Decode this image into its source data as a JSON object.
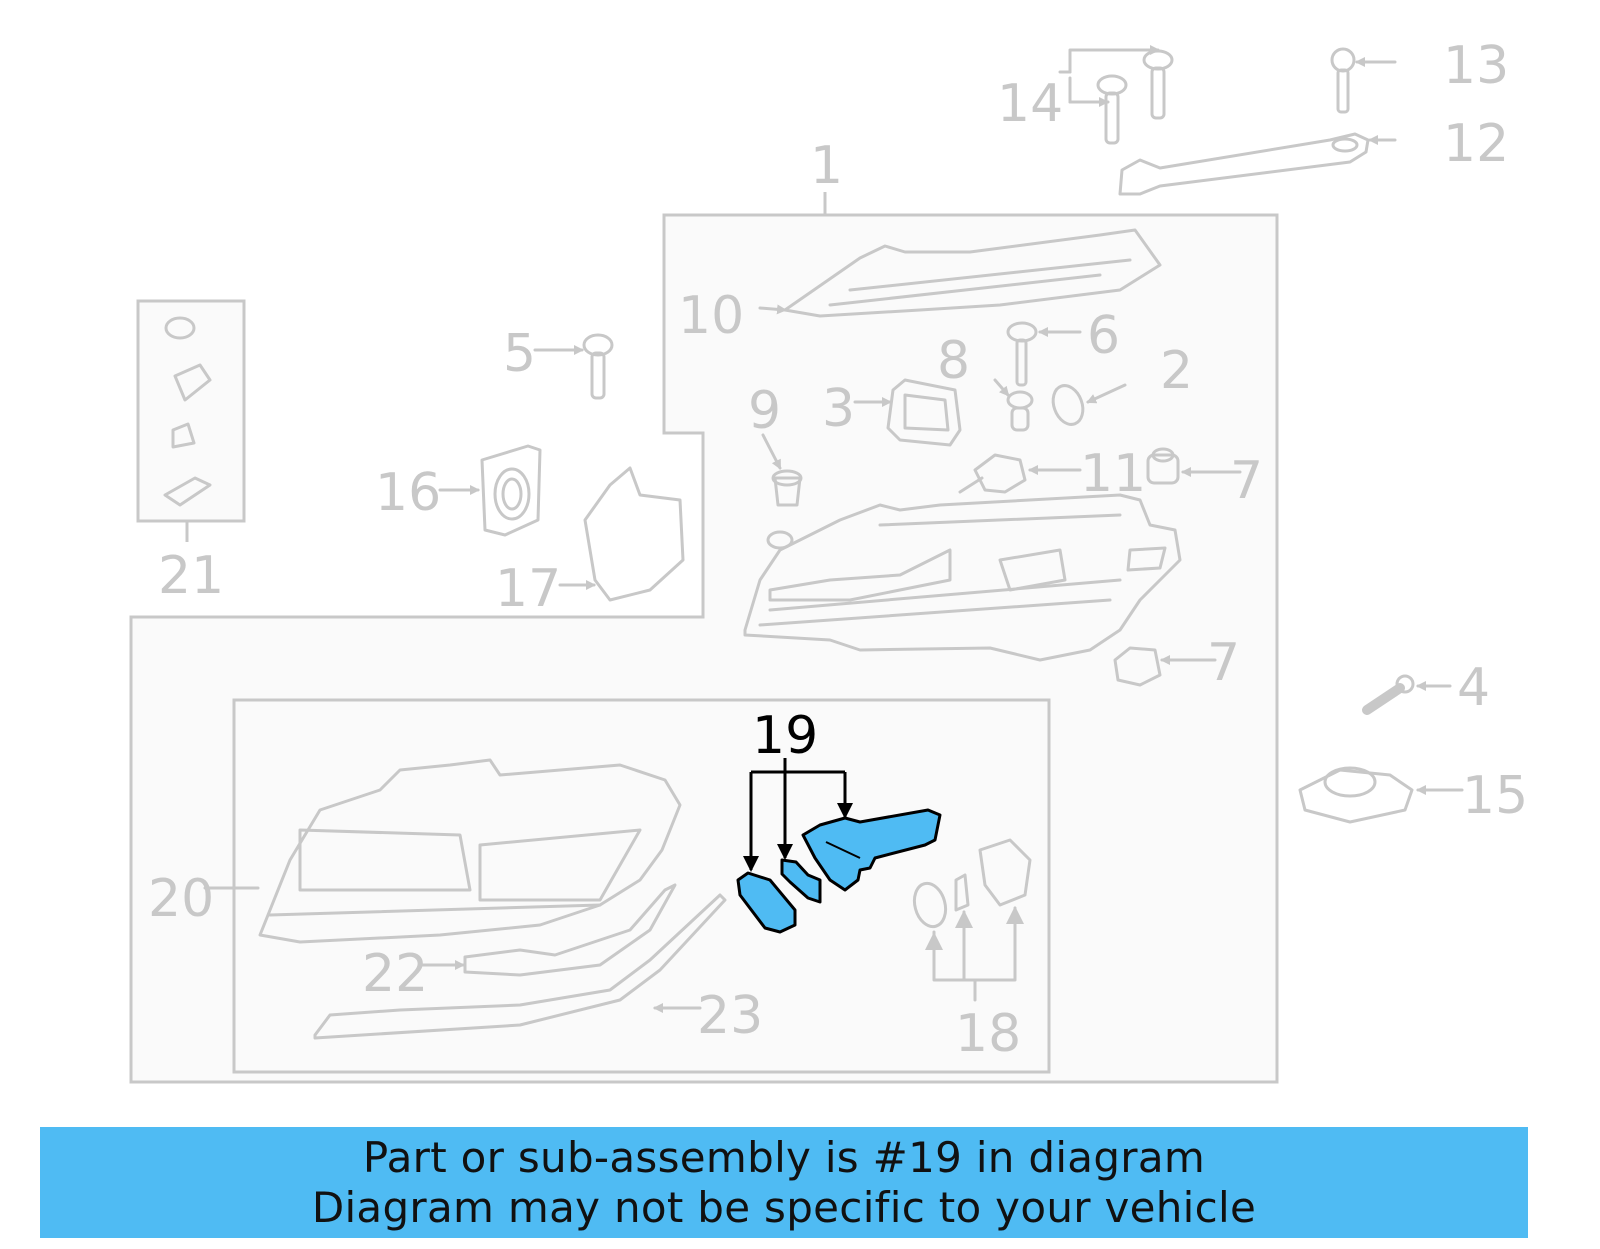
{
  "diagram": {
    "title": "Headlamp assembly exploded parts diagram",
    "highlighted_part": "19",
    "colors": {
      "line_gray": "#c8c8c8",
      "panel_fill": "#fafafa",
      "highlight_fill": "#4fbbf3",
      "highlight_stroke": "#000000",
      "banner_bg": "#4fbbf3"
    },
    "callouts": [
      {
        "id": "1",
        "label": "1"
      },
      {
        "id": "2",
        "label": "2"
      },
      {
        "id": "3",
        "label": "3"
      },
      {
        "id": "4",
        "label": "4"
      },
      {
        "id": "5",
        "label": "5"
      },
      {
        "id": "6",
        "label": "6"
      },
      {
        "id": "7a",
        "label": "7"
      },
      {
        "id": "7b",
        "label": "7"
      },
      {
        "id": "8",
        "label": "8"
      },
      {
        "id": "9",
        "label": "9"
      },
      {
        "id": "10",
        "label": "10"
      },
      {
        "id": "11",
        "label": "11"
      },
      {
        "id": "12",
        "label": "12"
      },
      {
        "id": "13",
        "label": "13"
      },
      {
        "id": "14",
        "label": "14"
      },
      {
        "id": "15",
        "label": "15"
      },
      {
        "id": "16",
        "label": "16"
      },
      {
        "id": "17",
        "label": "17"
      },
      {
        "id": "18",
        "label": "18"
      },
      {
        "id": "19",
        "label": "19"
      },
      {
        "id": "20",
        "label": "20"
      },
      {
        "id": "21",
        "label": "21"
      },
      {
        "id": "22",
        "label": "22"
      },
      {
        "id": "23",
        "label": "23"
      }
    ]
  },
  "banner": {
    "line1": "Part or sub-assembly is #19 in diagram",
    "line2": "Diagram may not be specific to your vehicle"
  }
}
